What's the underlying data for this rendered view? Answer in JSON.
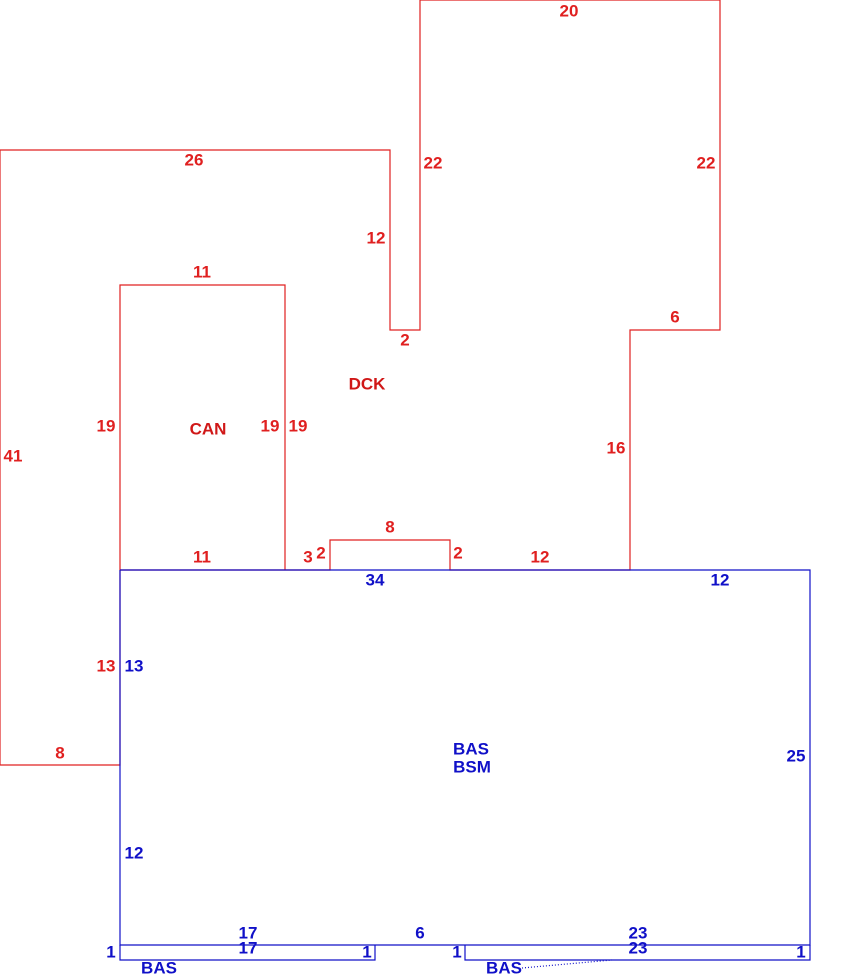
{
  "colors": {
    "deck_outline": "#e02020",
    "house_outline": "#1010c8",
    "background": "#ffffff"
  },
  "areas": {
    "dck": "DCK",
    "can": "CAN",
    "bas": "BAS",
    "bsm": "BSM",
    "bas_left": "BAS",
    "bas_right": "BAS"
  },
  "red_dimensions": {
    "tower_top": "20",
    "tower_left": "22",
    "tower_right": "22",
    "step_six": "6",
    "right_drop": "16",
    "left_top": "26",
    "notch_left": "12",
    "notch_bottom": "2",
    "outer_left": "41",
    "outer_bottom": "8",
    "can_top": "11",
    "can_left": "19",
    "can_right_inner": "19",
    "can_right_outer": "19",
    "can_bottom": "11",
    "lower_left": "13",
    "seg_three": "3",
    "bump_left": "2",
    "bump_top": "8",
    "bump_right": "2",
    "deck_bottom_right": "12"
  },
  "blue_dimensions": {
    "top_34": "34",
    "top_12": "12",
    "left_13": "13",
    "left_12": "12",
    "right_25": "25",
    "bottom_17": "17",
    "bottom_6": "6",
    "bottom_23": "23",
    "strip_left_17": "17",
    "strip_right_23": "23",
    "strip_left_end_1": "1",
    "strip_left_inner_1": "1",
    "strip_right_inner_1": "1",
    "strip_right_end_1": "1"
  }
}
